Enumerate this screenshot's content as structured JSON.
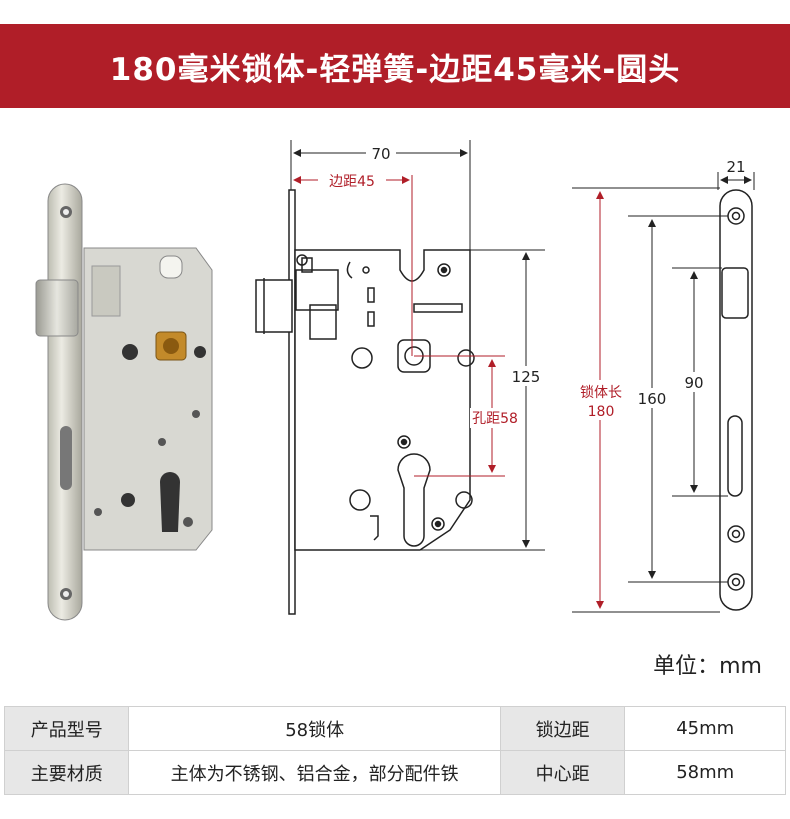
{
  "title": "180毫米锁体-轻弹簧-边距45毫米-圆头",
  "dimensions": {
    "width": "70",
    "backset": "边距45",
    "height": "125",
    "hole_distance": "孔距58",
    "faceplate_width": "21",
    "body_length_label": "锁体长",
    "body_length_value": "180",
    "faceplate_screw_span": "160",
    "latch_span": "90"
  },
  "unit_label": "单位：mm",
  "specs": [
    {
      "key": "产品型号",
      "value": "58锁体",
      "key2": "锁边距",
      "value2": "45mm"
    },
    {
      "key": "主要材质",
      "value": "主体为不锈钢、铝合金，部分配件铁",
      "key2": "中心距",
      "value2": "58mm"
    }
  ],
  "colors": {
    "accent": "#b01e28",
    "line": "#222222"
  }
}
